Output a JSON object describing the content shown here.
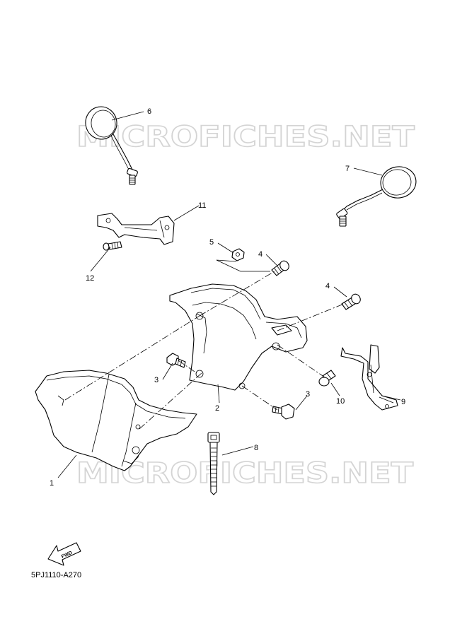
{
  "diagram": {
    "watermark_text": "MICROFICHES.NET",
    "drawing_code": "5PJ1110-A270",
    "direction_label": "FWD",
    "callouts": [
      "1",
      "2",
      "3",
      "3",
      "4",
      "4",
      "5",
      "6",
      "7",
      "8",
      "9",
      "10",
      "11",
      "12"
    ]
  }
}
